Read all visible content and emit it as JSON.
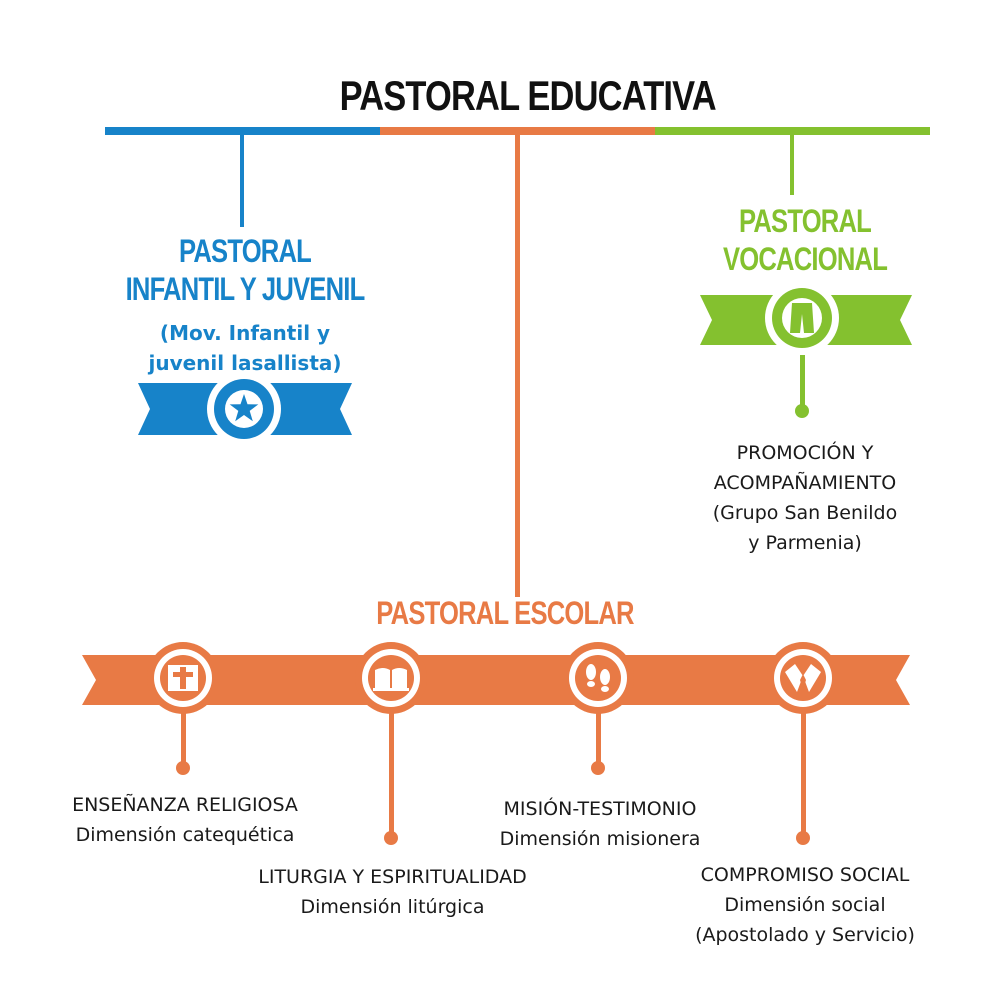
{
  "title": "PASTORAL EDUCATIVA",
  "colors": {
    "blue": "#1783c9",
    "orange": "#e87a45",
    "green": "#84c12f",
    "text": "#1a1a1a"
  },
  "infantil": {
    "title_line1": "PASTORAL",
    "title_line2": "INFANTIL Y JUVENIL",
    "sub_line1": "(Mov. Infantil y",
    "sub_line2": "juvenil lasallista)",
    "icon": "star-icon"
  },
  "vocacional": {
    "title_line1": "PASTORAL",
    "title_line2": "VOCACIONAL",
    "icon": "cassock-icon",
    "label_line1": "PROMOCIÓN Y",
    "label_line2": "ACOMPAÑAMIENTO",
    "label_line3": "(Grupo San Benildo",
    "label_line4": "y Parmenia)"
  },
  "escolar": {
    "title": "PASTORAL ESCOLAR",
    "items": [
      {
        "icon": "cross-icon",
        "line1": "ENSEÑANZA RELIGIOSA",
        "line2": "Dimensión catequética"
      },
      {
        "icon": "bible-icon",
        "line1": "LITURGIA Y ESPIRITUALIDAD",
        "line2": "Dimensión litúrgica"
      },
      {
        "icon": "footprints-icon",
        "line1": "MISIÓN-TESTIMONIO",
        "line2": "Dimensión misionera"
      },
      {
        "icon": "helping-hands-icon",
        "line1": "COMPROMISO SOCIAL",
        "line2": "Dimensión social",
        "line3": "(Apostolado y Servicio)"
      }
    ]
  }
}
